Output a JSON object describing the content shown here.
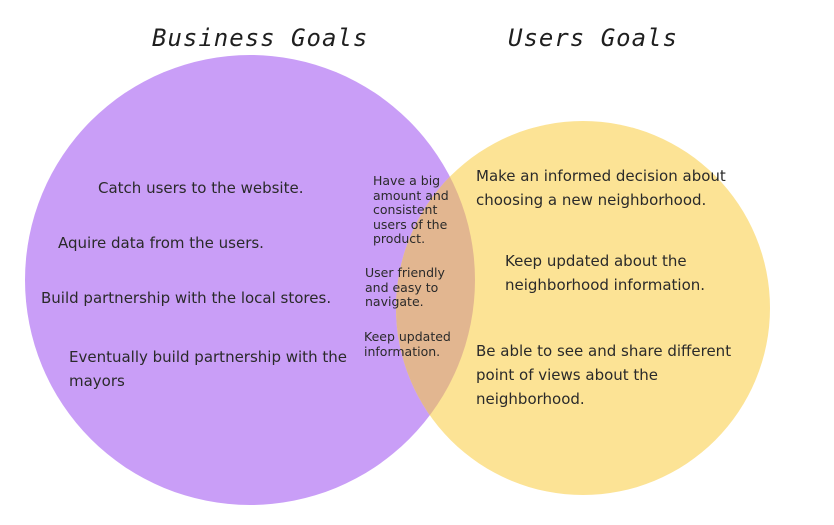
{
  "headings": {
    "left": "Business Goals",
    "right": "Users Goals"
  },
  "colors": {
    "business_circle": "#c99ef7",
    "users_circle": "#fce395",
    "overlap": "#e2b690"
  },
  "business_goals": [
    "Catch users to the website.",
    "Aquire data from the users.",
    "Build partnership with the local stores.",
    "Eventually build partnership with the mayors"
  ],
  "shared_goals": [
    "Have a big amount and consistent users of the product.",
    "User friendly and easy to navigate.",
    "Keep updated information."
  ],
  "user_goals": [
    "Make an informed decision about choosing a new neighborhood.",
    "Keep updated about the neighborhood information.",
    "Be able to see and share different point of views about the neighborhood."
  ]
}
